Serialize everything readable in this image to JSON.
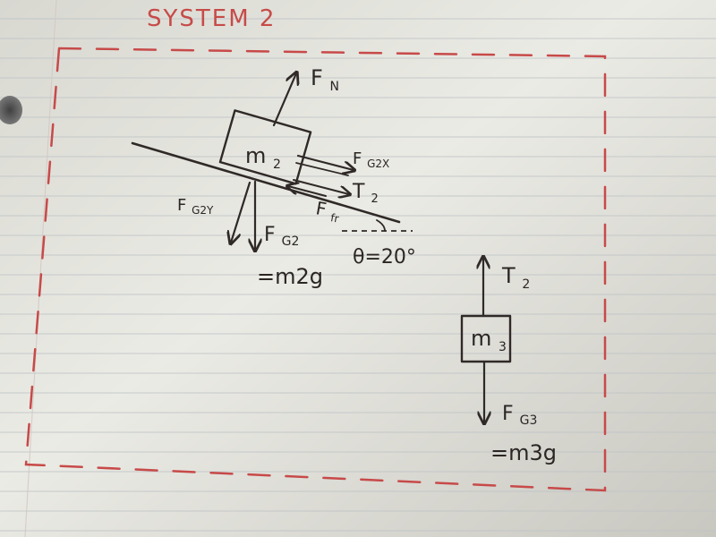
{
  "title": "SYSTEM 2",
  "block_m2": {
    "label": "m",
    "subscript": "2"
  },
  "forces_m2": {
    "normal": {
      "main": "F",
      "sub": "N"
    },
    "parallel": {
      "main": "F",
      "sub": "G2X"
    },
    "tension": {
      "main": "T",
      "sub": "2"
    },
    "friction": {
      "main": "F",
      "sub": "fr"
    },
    "perpendicular": {
      "main": "F",
      "sub": "G2Y"
    },
    "gravity": {
      "main": "F",
      "sub": "G2",
      "equation": "=m2g"
    }
  },
  "incline": {
    "angle_label": "θ=20°"
  },
  "block_m3": {
    "label": "m",
    "subscript": "3"
  },
  "forces_m3": {
    "tension": {
      "main": "T",
      "sub": "2"
    },
    "gravity": {
      "main": "F",
      "sub": "G3",
      "equation": "=m3g"
    }
  }
}
